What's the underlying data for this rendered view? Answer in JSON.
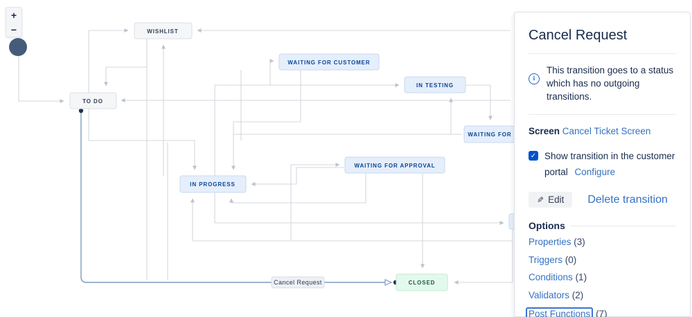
{
  "diagram": {
    "zoom_controls": {
      "zoom_in": "+",
      "zoom_out": "−"
    },
    "nodes": [
      {
        "id": "wishlist",
        "label": "WISHLIST",
        "category": "gray"
      },
      {
        "id": "todo",
        "label": "TO DO",
        "category": "gray"
      },
      {
        "id": "waiting-for-customer",
        "label": "WAITING FOR CUSTOMER",
        "category": "blue"
      },
      {
        "id": "in-testing",
        "label": "IN TESTING",
        "category": "blue"
      },
      {
        "id": "waiting-for-clipped",
        "label": "WAITING FOR",
        "category": "blue"
      },
      {
        "id": "waiting-for-approval",
        "label": "WAITING FOR APPROVAL",
        "category": "blue"
      },
      {
        "id": "in-progress",
        "label": "IN PROGRESS",
        "category": "blue"
      },
      {
        "id": "closed",
        "label": "CLOSED",
        "category": "green"
      }
    ],
    "selected_transition_label": "Cancel Request",
    "colors": {
      "connector": "#d3d7dd",
      "selected_connector": "#7e99c0",
      "start_node": "#465b79",
      "gray_node_bg": "#f5f6f7",
      "blue_node_bg": "#e5eefb",
      "green_node_bg": "#e4f9ee"
    }
  },
  "panel": {
    "title": "Cancel Request",
    "info_text": "This transition goes to a status which has no outgoing transitions.",
    "screen_label": "Screen",
    "screen_link": "Cancel Ticket Screen",
    "checkbox_label": "Show transition in the customer portal",
    "configure_link": "Configure",
    "edit_button": "Edit",
    "delete_link": "Delete transition",
    "options_title": "Options",
    "options": [
      {
        "label": "Properties",
        "count": "(3)"
      },
      {
        "label": "Triggers",
        "count": "(0)"
      },
      {
        "label": "Conditions",
        "count": "(1)"
      },
      {
        "label": "Validators",
        "count": "(2)"
      },
      {
        "label": "Post Functions",
        "count": "(7)"
      }
    ],
    "accent_color": "#0052cc",
    "link_color": "#3372c4"
  }
}
